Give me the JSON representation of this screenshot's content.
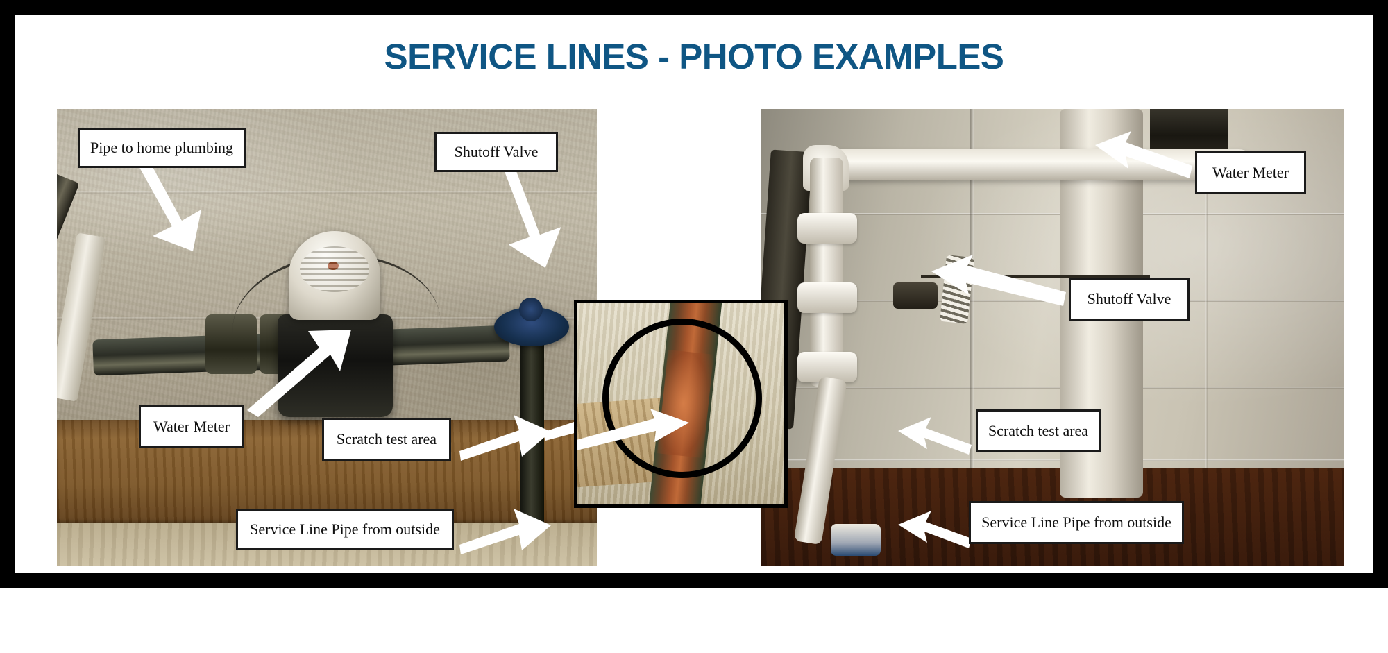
{
  "slide": {
    "title": "SERVICE LINES - PHOTO EXAMPLES",
    "title_color": "#0F5684",
    "frame_color": "#000000",
    "page_background": "#ffffff"
  },
  "photos": [
    {
      "id": "left-photo",
      "description": "Basement water meter assembly on concrete block wall with wooden sill",
      "labels": [
        {
          "name": "pipe-to-home-plumbing",
          "text": "Pipe to home plumbing"
        },
        {
          "name": "shutoff-valve",
          "text": "Shutoff Valve"
        },
        {
          "name": "water-meter",
          "text": "Water Meter"
        },
        {
          "name": "scratch-test-area",
          "text": "Scratch test area"
        },
        {
          "name": "service-line-pipe",
          "text": "Service Line Pipe from outside"
        }
      ]
    },
    {
      "id": "right-photo",
      "description": "Painted white service line piping in basement corner with cinder block wall",
      "labels": [
        {
          "name": "water-meter",
          "text": "Water Meter"
        },
        {
          "name": "shutoff-valve",
          "text": "Shutoff Valve"
        },
        {
          "name": "scratch-test-area",
          "text": "Scratch test area"
        },
        {
          "name": "service-line-pipe",
          "text": "Service Line Pipe from outside"
        }
      ]
    },
    {
      "id": "inset-closeup",
      "description": "Circled close-up of scratch test area revealing copper-colored pipe"
    }
  ]
}
